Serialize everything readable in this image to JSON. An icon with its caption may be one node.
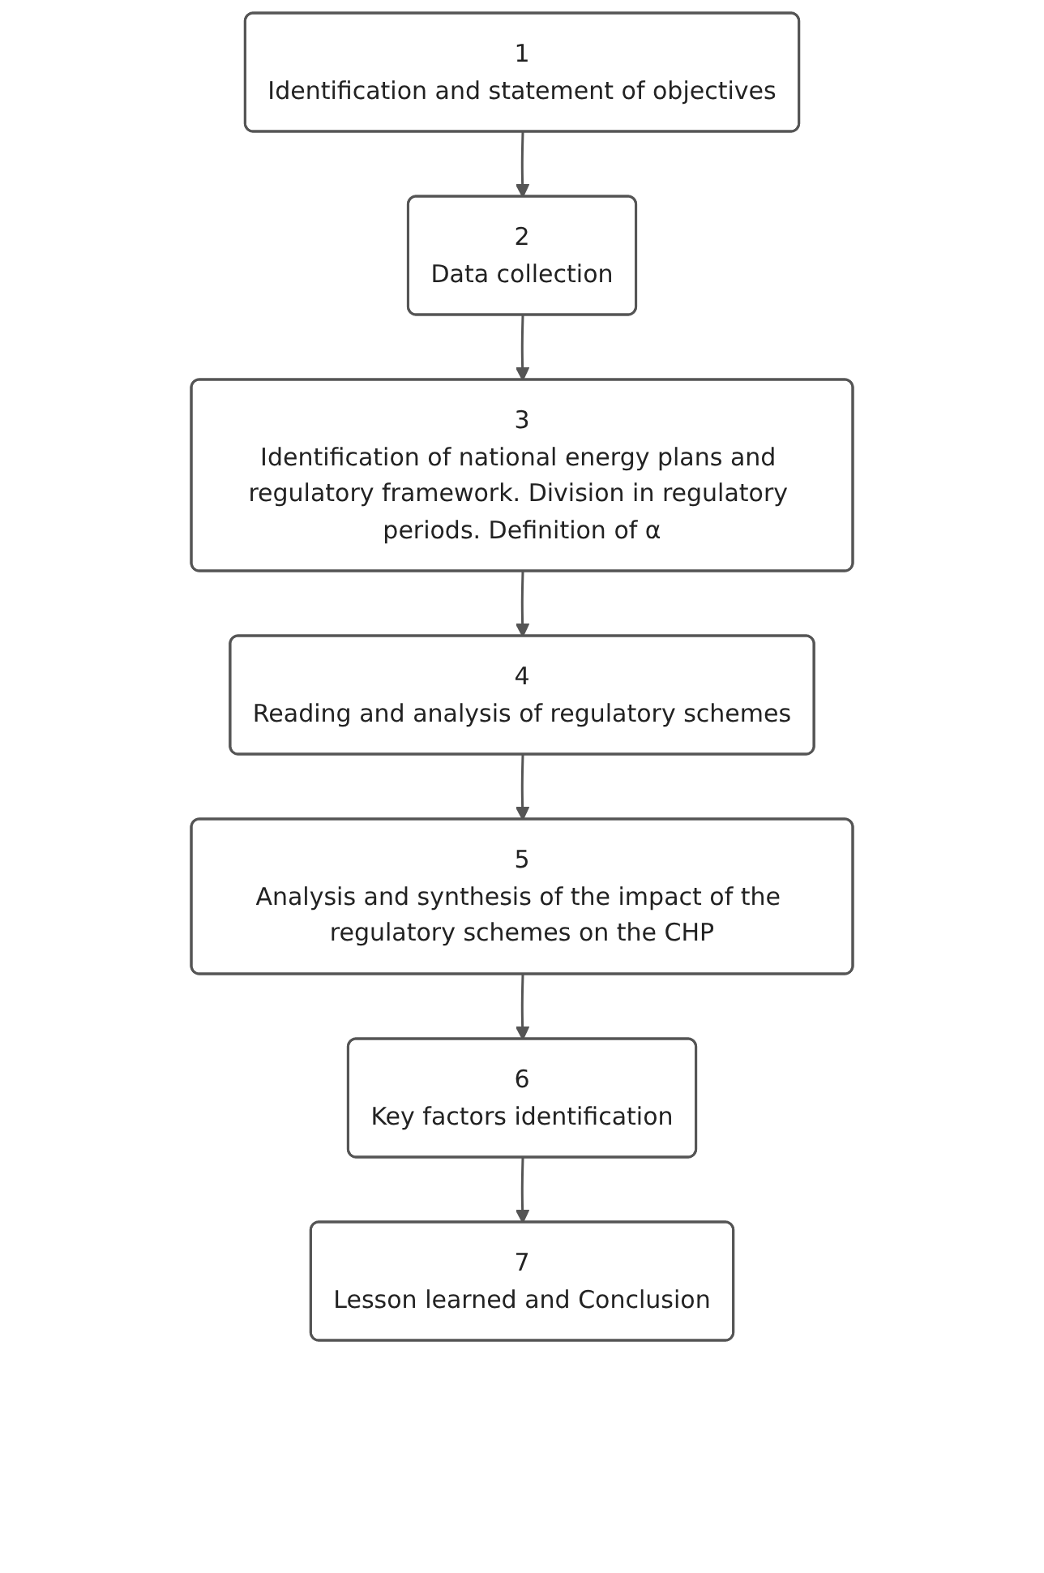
{
  "diagram": {
    "nodes": [
      {
        "text": [
          "1",
          "Identification and statement of objectives"
        ]
      },
      {
        "text": [
          "2",
          "Data collection"
        ]
      },
      {
        "text": [
          "3",
          "Identification of national energy plans and regulatory framework. Division in regulatory periods. Definition of α"
        ]
      },
      {
        "text": [
          "4",
          "Reading and analysis of regulatory schemes"
        ]
      },
      {
        "text": [
          "5",
          "Analysis and synthesis of the impact of the regulatory schemes on the CHP"
        ]
      },
      {
        "text": [
          "6",
          "Key factors identification"
        ]
      },
      {
        "text": [
          "7",
          "Lesson learned and Conclusion"
        ]
      }
    ],
    "edges": [
      {
        "from": 0,
        "to": 1,
        "arrow": "to"
      },
      {
        "from": 1,
        "to": 2,
        "arrow": "to"
      },
      {
        "from": 2,
        "to": 3,
        "arrow": "to"
      },
      {
        "from": 3,
        "to": 4,
        "arrow": "to"
      },
      {
        "from": 4,
        "to": 5,
        "arrow": "to"
      },
      {
        "from": 5,
        "to": 6,
        "arrow": "to"
      }
    ]
  }
}
